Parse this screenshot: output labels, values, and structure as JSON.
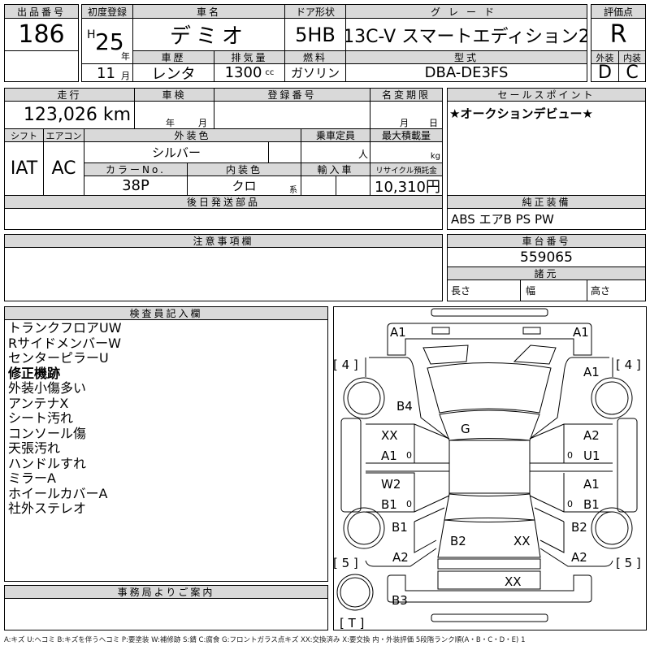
{
  "lot": {
    "label": "出品番号",
    "value": "186"
  },
  "first_reg": {
    "label": "初度登録",
    "era": "H",
    "year": "25",
    "year_unit": "年",
    "month": "11",
    "month_unit": "月"
  },
  "car_name": {
    "label": "車名",
    "value": "デミオ"
  },
  "door": {
    "label": "ドア形状",
    "value": "5HB"
  },
  "grade": {
    "label": "グレード",
    "value": "13C-V スマートエディション2"
  },
  "score": {
    "label": "評価点",
    "value": "R",
    "ext_label": "外装",
    "int_label": "内装",
    "ext": "D",
    "int": "C"
  },
  "history": {
    "label": "車歴",
    "value": "レンタ"
  },
  "displacement": {
    "label": "排気量",
    "value": "1300",
    "unit": "cc"
  },
  "fuel": {
    "label": "燃料",
    "value": "ガソリン"
  },
  "model": {
    "label": "型式",
    "value": "DBA-DE3FS"
  },
  "mileage": {
    "label": "走行",
    "value": "123,026 km"
  },
  "inspection": {
    "label": "車検",
    "year_unit": "年",
    "month_unit": "月"
  },
  "reg_no": {
    "label": "登録番号"
  },
  "name_change": {
    "label": "名変期限",
    "month_unit": "月",
    "day_unit": "日"
  },
  "shift": {
    "label": "シフト",
    "value": "IAT"
  },
  "ac": {
    "label": "エアコン",
    "value": "AC"
  },
  "ext_color": {
    "label": "外装色",
    "value": "シルバー"
  },
  "capacity": {
    "label": "乗車定員",
    "unit": "人"
  },
  "max_load": {
    "label": "最大積載量",
    "unit": "kg"
  },
  "color_no": {
    "label": "カラーNo.",
    "value": "38P"
  },
  "int_color": {
    "label": "内装色",
    "value": "クロ",
    "unit": "系"
  },
  "import": {
    "label": "輸入車"
  },
  "recycle": {
    "label": "リサイクル預託金",
    "value": "10,310円"
  },
  "later_parts": {
    "label": "後日発送部品"
  },
  "sales_point": {
    "label": "セールスポイント",
    "value": "★オークションデビュー★"
  },
  "equipment": {
    "label": "純正装備",
    "value": "ABS エアB PS PW"
  },
  "notes": {
    "label": "注意事項欄"
  },
  "chassis": {
    "label": "車台番号",
    "value": "559065"
  },
  "specs": {
    "label": "諸元",
    "length": "長さ",
    "width": "幅",
    "height": "高さ"
  },
  "inspector": {
    "label": "検査員記入欄",
    "items": [
      "トランクフロアUW",
      "RサイドメンバーW",
      "センターピラーU",
      "修正機跡",
      "外装小傷多い",
      "アンテナX",
      "シート汚れ",
      "コンソール傷",
      "天張汚れ",
      "ハンドルすれ",
      "ミラーA",
      "ホイールカバーA",
      "社外ステレオ"
    ]
  },
  "office": {
    "label": "事務局よりご案内"
  },
  "diagram": {
    "marks": {
      "fl_a1": "A1",
      "fr_a1": "A1",
      "r_a1": "A1",
      "b4": "B4",
      "g": "G",
      "l_xx": "XX",
      "l_a1": "A1",
      "l_w2": "W2",
      "l_b1": "B1",
      "r_a2": "A2",
      "r_u1": "U1",
      "r_a1b": "A1",
      "r_b1": "B1",
      "lr_b1": "B1",
      "rr_b2": "B2",
      "t_b2": "B2",
      "t_xx": "XX",
      "lr_a2": "A2",
      "rr_a2": "A2",
      "rear_xx": "XX",
      "b3": "B3",
      "zero": "0"
    },
    "tire_f": "[ 4 ]",
    "tire_r": "[ 5 ]",
    "tire_t": "[ T ]"
  },
  "legend": "A:キズ U:ヘコミ B:キズを伴うヘコミ P:要塗装 W:補修跡 S:錆 C:腐食 G:フロントガラス点キズ XX:交換済み X:要交換 内・外装評価 5段階ランク順(A・B・C・D・E) 1"
}
